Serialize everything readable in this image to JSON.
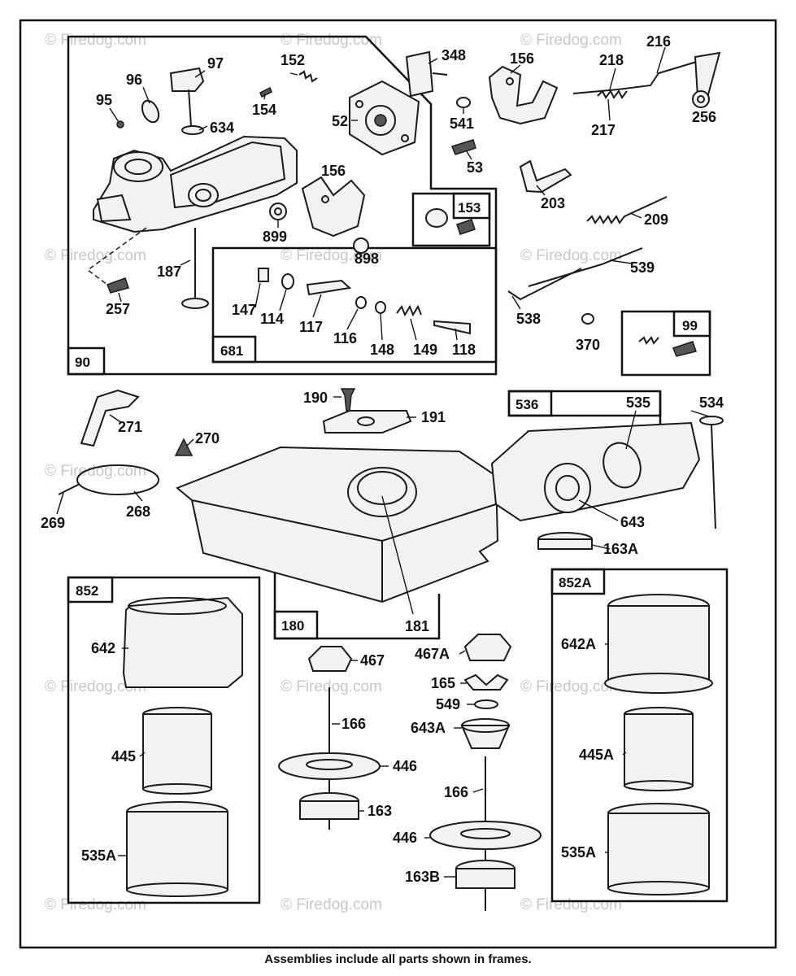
{
  "caption": "Assemblies include all parts shown in frames.",
  "watermark": "© Firedog.com",
  "frames": {
    "f90": "90",
    "f681": "681",
    "f153": "153",
    "f99": "99",
    "f536": "536",
    "f852": "852",
    "f852A": "852A",
    "f180": "180"
  },
  "labels": {
    "l95": "95",
    "l96": "96",
    "l97": "97",
    "l634": "634",
    "l152": "152",
    "l154": "154",
    "l52": "52",
    "l348": "348",
    "l541": "541",
    "l53": "53",
    "l156a": "156",
    "l156b": "156",
    "l218": "218",
    "l216": "216",
    "l217": "217",
    "l256": "256",
    "l203": "203",
    "l209": "209",
    "l899": "899",
    "l898": "898",
    "l187": "187",
    "l257": "257",
    "l539": "539",
    "l538": "538",
    "l370": "370",
    "l147": "147",
    "l114": "114",
    "l117": "117",
    "l116": "116",
    "l148": "148",
    "l149": "149",
    "l118": "118",
    "l190": "190",
    "l191": "191",
    "l535": "535",
    "l534": "534",
    "l271": "271",
    "l270": "270",
    "l269": "269",
    "l268": "268",
    "l643": "643",
    "l163A": "163A",
    "l181": "181",
    "l642": "642",
    "l445": "445",
    "l535A_l": "535A",
    "l467": "467",
    "l166a": "166",
    "l446a": "446",
    "l163": "163",
    "l467A": "467A",
    "l165": "165",
    "l549": "549",
    "l643A": "643A",
    "l166b": "166",
    "l446b": "446",
    "l163B": "163B",
    "l642A": "642A",
    "l445A": "445A",
    "l535A_r": "535A"
  }
}
